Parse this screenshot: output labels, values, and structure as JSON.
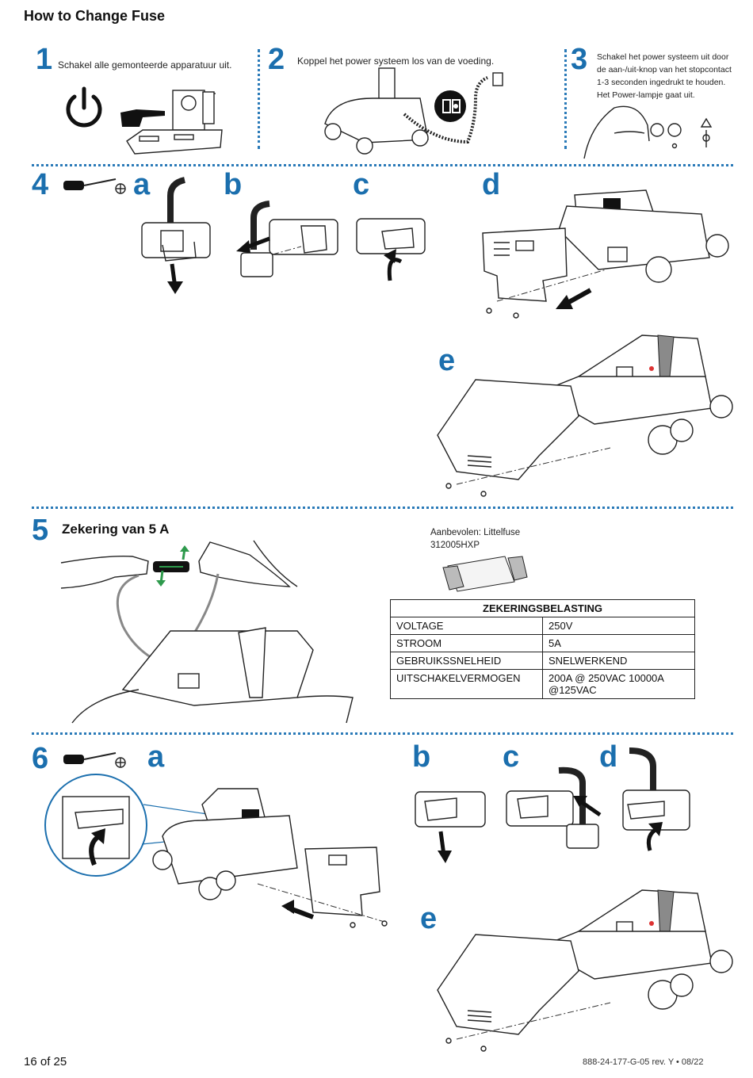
{
  "page": {
    "title": "How to Change Fuse"
  },
  "steps": {
    "s1": {
      "num": "1",
      "text": "Schakel alle gemonteerde apparatuur uit."
    },
    "s2": {
      "num": "2",
      "text": "Koppel het power systeem los van de voeding."
    },
    "s3": {
      "num": "3",
      "lines": [
        "Schakel het power systeem uit door",
        "de aan-/uit-knop van het stopcontact",
        "1-3 seconden ingedrukt te houden.",
        "Het Power-lampje gaat uit."
      ]
    },
    "s4": {
      "num": "4",
      "letters": [
        "a",
        "b",
        "c",
        "d",
        "e"
      ]
    },
    "s5": {
      "num": "5",
      "title": "Zekering van 5 A",
      "recommended": [
        "Aanbevolen: Littelfuse",
        "312005HXP"
      ]
    },
    "s6": {
      "num": "6",
      "letters": [
        "a",
        "b",
        "c",
        "d",
        "e"
      ]
    }
  },
  "rating_table": {
    "header": "ZEKERINGSBELASTING",
    "rows": [
      [
        "VOLTAGE",
        "250V"
      ],
      [
        "STROOM",
        "5A"
      ],
      [
        "GEBRUIKSSNELHEID",
        "SNELWERKEND"
      ],
      [
        "UITSCHAKELVERMOGEN",
        "200A @ 250VAC 10000A @125VAC"
      ]
    ]
  },
  "footer": {
    "page": "16 of 25",
    "doc_id": "888-24-177-G-05 rev. Y • 08/22"
  },
  "colors": {
    "accent": "#1b6fae",
    "arrow_green": "#2e9a4c"
  },
  "icons": [
    "power-icon",
    "pointing-hand-icon",
    "unplug-icon",
    "screwdriver-icon",
    "warning-fuse-icon"
  ]
}
